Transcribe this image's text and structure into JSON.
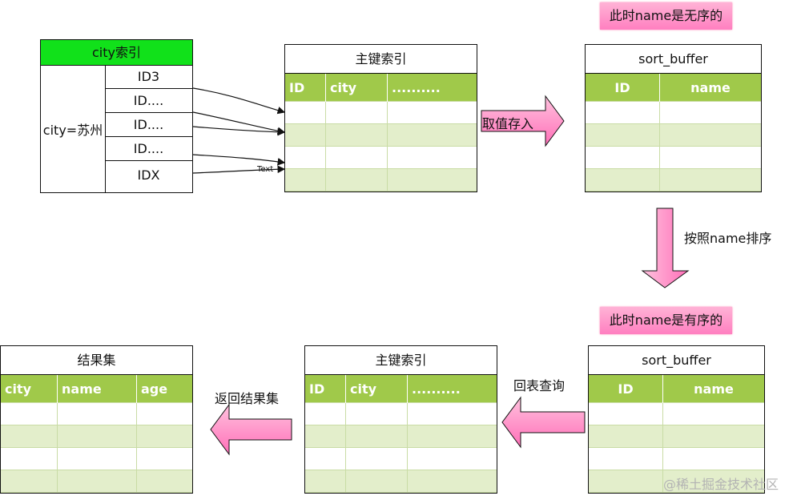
{
  "city_index": {
    "header": "city索引",
    "label": "city=苏州",
    "ids": [
      "ID3",
      "ID....",
      "ID....",
      "ID....",
      "IDX"
    ]
  },
  "arrow_text": "Text",
  "primary1": {
    "title": "主键索引",
    "columns": [
      "ID",
      "city",
      ".........."
    ]
  },
  "sort1": {
    "title": "sort_buffer",
    "columns": [
      "ID",
      "name"
    ]
  },
  "note_unsorted": "此时name是无序的",
  "fetch_label": "取值存入",
  "sort_label": "按照name排序",
  "note_sorted": "此时name是有序的",
  "sort2": {
    "title": "sort_buffer",
    "columns": [
      "ID",
      "name"
    ]
  },
  "lookup_label": "回表查询",
  "primary2": {
    "title": "主键索引",
    "columns": [
      "ID",
      "city",
      ".........."
    ]
  },
  "return_label": "返回结果集",
  "result": {
    "title": "结果集",
    "columns": [
      "city",
      "name",
      "age"
    ]
  },
  "watermark": "@稀土掘金技术社区",
  "colors": {
    "header_green": "#a0c94a",
    "index_green": "#11e11a",
    "pink": "#ff7fc0"
  }
}
